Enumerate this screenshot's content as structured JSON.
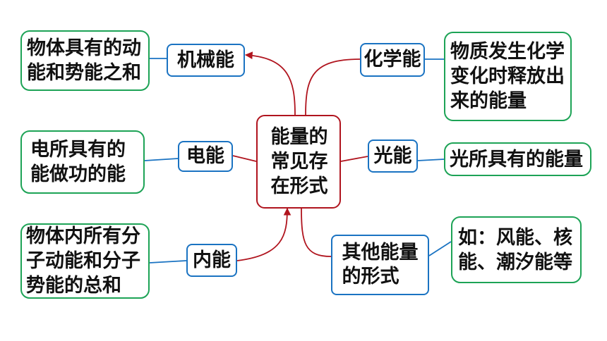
{
  "center": {
    "label": "能量的\n常见存\n在形式"
  },
  "forms": [
    {
      "name": "机械能",
      "definition": "物体具有的动\n能和势能之和"
    },
    {
      "name": "化学能",
      "definition": "物质发生化学\n变化时释放出\n来的能量"
    },
    {
      "name": "电能",
      "definition": "电所具有的\n能做功的能"
    },
    {
      "name": "光能",
      "definition": "光所具有的能量"
    },
    {
      "name": "内能",
      "definition": "物体内所有分\n子动能和分子\n势能的总和"
    },
    {
      "name": "其他能量\n的形式",
      "definition": "如：风能、核\n能、潮汐能等"
    }
  ],
  "colors": {
    "center_border": "#b0141e",
    "connector_red": "#b0141e",
    "form_border": "#1a73c2",
    "connector_blue": "#1a73c2",
    "definition_border": "#1da356"
  }
}
